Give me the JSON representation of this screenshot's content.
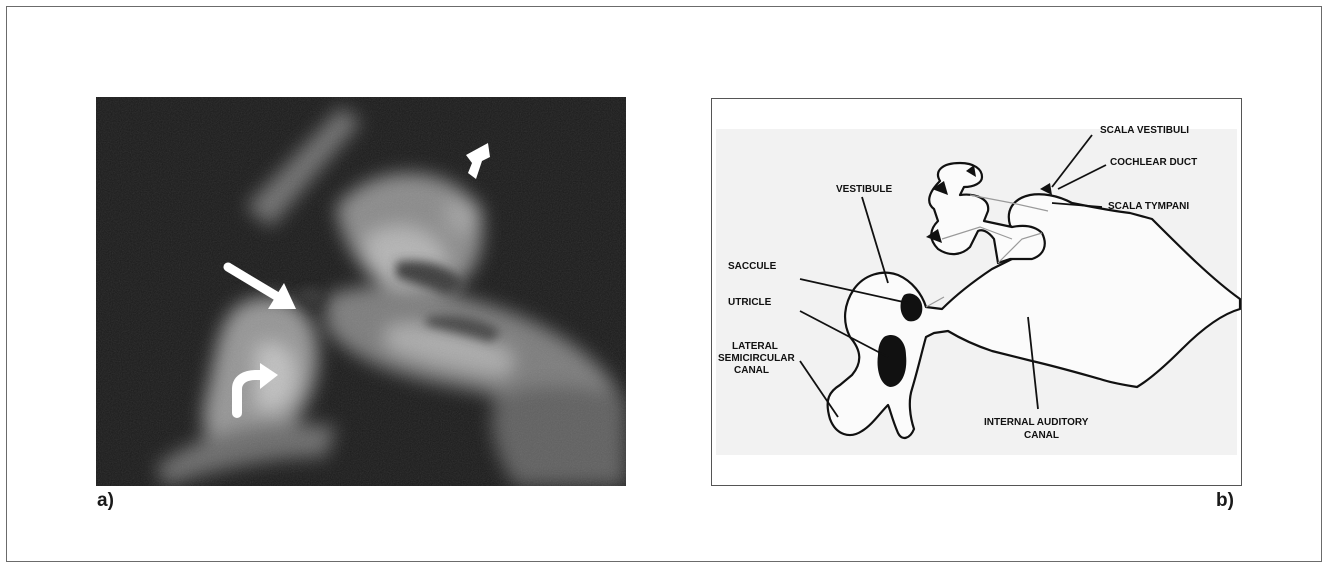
{
  "panels": {
    "a": {
      "label": "a)"
    },
    "b": {
      "label": "b)"
    }
  },
  "diagram": {
    "labels": {
      "scala_vestibuli": "SCALA VESTIBULI",
      "cochlear_duct": "COCHLEAR DUCT",
      "scala_tympani": "SCALA TYMPANI",
      "vestibule": "VESTIBULE",
      "saccule": "SACCULE",
      "utricle": "UTRICLE",
      "lateral_semicircular_canal": [
        "LATERAL",
        "SEMICIRCULAR",
        "CANAL"
      ],
      "internal_auditory_canal": [
        "INTERNAL AUDITORY",
        "CANAL"
      ]
    }
  }
}
